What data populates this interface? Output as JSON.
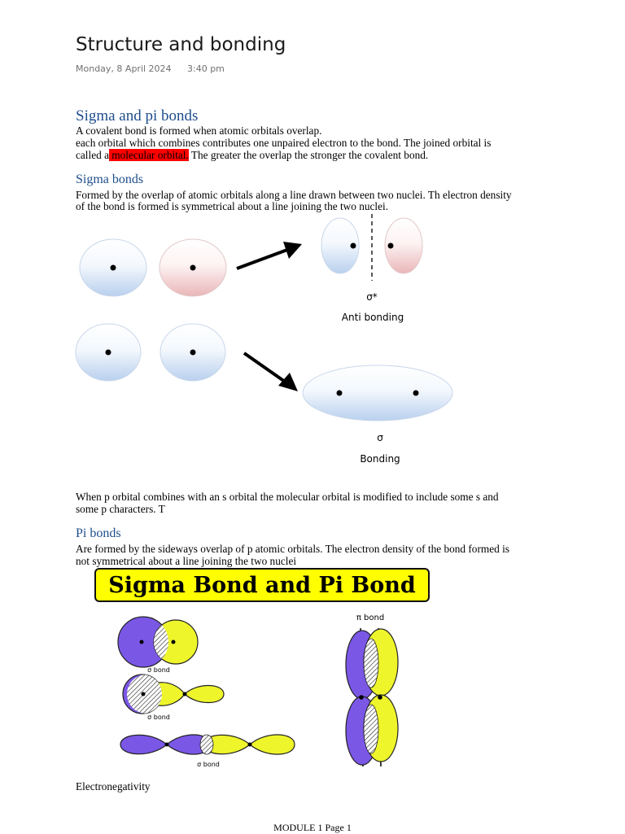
{
  "title": "Structure and bonding",
  "date": "Monday, 8 April 2024",
  "time": "3:40 pm",
  "section1": {
    "heading": "Sigma and pi bonds",
    "line1": "A covalent bond is formed when atomic orbitals overlap.",
    "line2": "each orbital which combines contributes one unpaired electron to the bond. The joined orbital is",
    "line3_pre": "called a",
    "line3_hl": " molecular orbital.",
    "line3_post": "  The greater the overlap the stronger the covalent bond."
  },
  "sigma": {
    "heading": "Sigma bonds",
    "line1": "Formed by the overlap of atomic orbitals along a line drawn between two nuclei. Th electron density",
    "line2": "of the bond is formed is symmetrical about a line joining the two nuclei.",
    "diagram": {
      "antibonding_symbol": "σ*",
      "antibonding_label": "Anti bonding",
      "bonding_symbol": "σ",
      "bonding_label": "Bonding"
    },
    "after1": "When p orbital combines with an s orbital the molecular orbital is modified to include some s and",
    "after2": "some p characters. T"
  },
  "pi": {
    "heading": "Pi bonds",
    "line1": "Are formed by the sideways overlap of p atomic orbitals. The electron density of the bond formed is",
    "line2": "not symmetrical about a line joining the two nuclei",
    "banner": "Sigma Bond and Pi Bond",
    "sigma_label": "σ bond",
    "pi_label": "π bond"
  },
  "electronegativity": "Electronegativity",
  "footer": "MODULE 1 Page 1",
  "colors": {
    "heading": "#1f4e8c",
    "highlight": "#ff0000",
    "banner": "#ffff00",
    "purple": "#7b57e6",
    "yellow": "#eef52b"
  }
}
